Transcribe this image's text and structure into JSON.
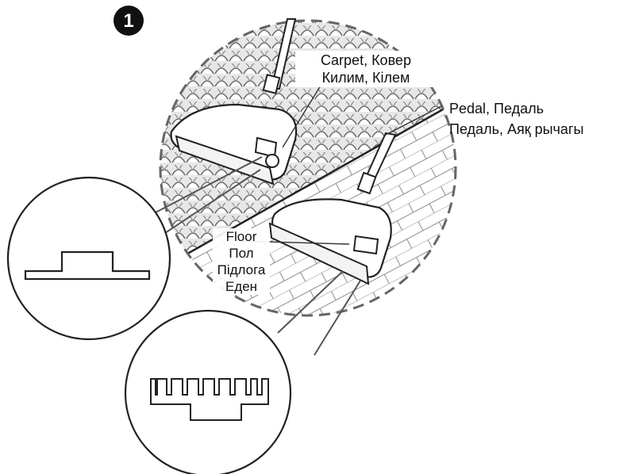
{
  "step": {
    "number": "1"
  },
  "labels": {
    "carpet": [
      "Carpet, Ковер",
      "Килим, Кілем"
    ],
    "pedal": [
      "Pedal, Педаль",
      "Педаль, Аяқ рычагы"
    ],
    "floor": [
      "Floor",
      "Пол",
      "Підлога",
      "Еден"
    ]
  }
}
